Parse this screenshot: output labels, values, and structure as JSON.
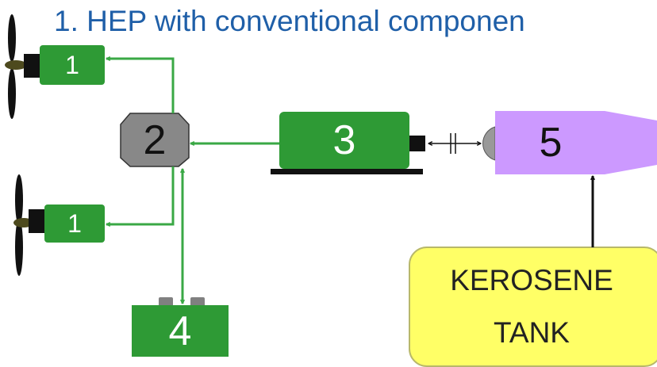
{
  "title": "1. HEP with conventional componen",
  "components": {
    "motor_top": "1",
    "motor_bottom": "1",
    "gearbox": "2",
    "generator": "3",
    "battery": "4",
    "engine": "5",
    "tank_line1": "KEROSENE",
    "tank_line2": "TANK"
  },
  "colors": {
    "title": "#1f5fa8",
    "component_green": "#2e9a35",
    "arrow_green": "#3aa845",
    "gearbox_gray": "#888888",
    "engine_purple": "#cc99ff",
    "tank_yellow": "#ffff66",
    "tank_border": "#b8b86a"
  },
  "icons": [
    "propeller-icon",
    "coupling-icon"
  ]
}
